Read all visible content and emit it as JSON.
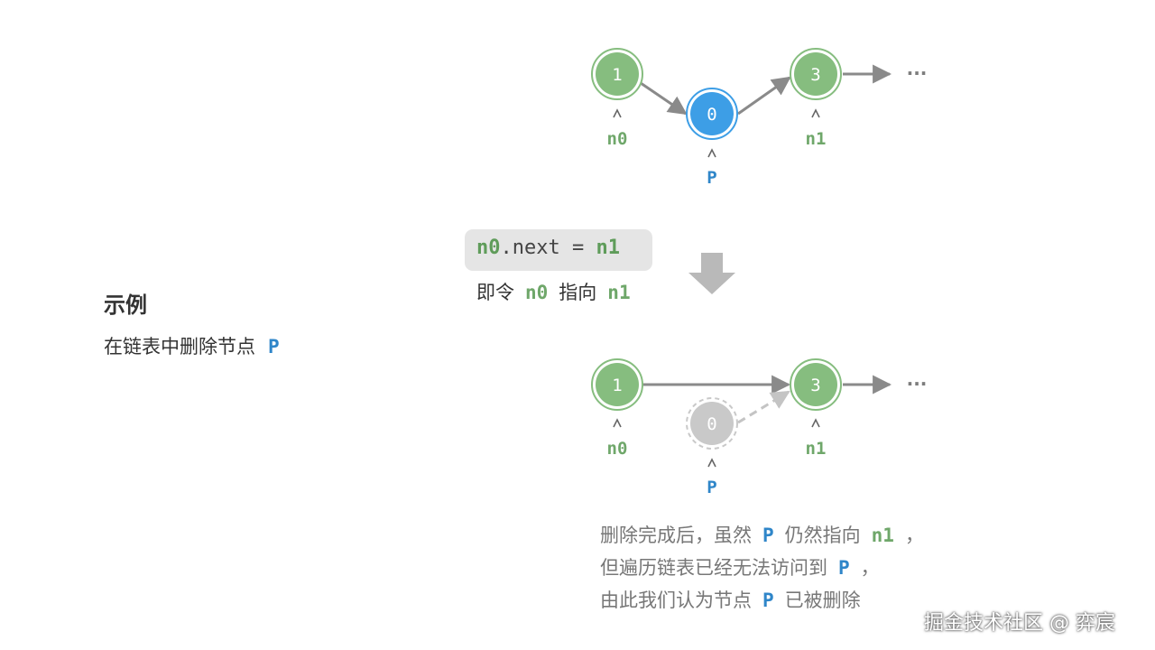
{
  "left": {
    "title": "示例",
    "subtitle": "在链表中删除节点",
    "subtitle_p": "P"
  },
  "code": {
    "n0": "n0",
    "rest": ".next = ",
    "n1": "n1"
  },
  "caption": {
    "pre": "即令",
    "n0": "n0",
    "mid": "指向",
    "n1": "n1"
  },
  "top_diagram": {
    "nodes": [
      {
        "value": "1",
        "color": "#86bd7f"
      },
      {
        "value": "0",
        "color": "#3d9ee6"
      },
      {
        "value": "3",
        "color": "#86bd7f"
      }
    ],
    "labels": {
      "n0": "n0",
      "p": "P",
      "n1": "n1"
    },
    "ellipsis": "···"
  },
  "bottom_diagram": {
    "nodes": [
      {
        "value": "1",
        "color": "#86bd7f"
      },
      {
        "value": "0",
        "color": "#c9c9c9"
      },
      {
        "value": "3",
        "color": "#86bd7f"
      }
    ],
    "labels": {
      "n0": "n0",
      "p": "P",
      "n1": "n1"
    },
    "ellipsis": "···"
  },
  "note": {
    "line1_a": "删除完成后，虽然",
    "line1_p": "P",
    "line1_b": "仍然指向",
    "line1_n1": "n1",
    "line1_c": "，",
    "line2_a": "但遍历链表已经无法访问到",
    "line2_p": "P",
    "line2_c": "，",
    "line3_a": "由此我们认为节点",
    "line3_p": "P",
    "line3_b": "已被删除"
  },
  "watermark": "掘金技术社区 @ 弈宸",
  "colors": {
    "green": "#6fa76a",
    "blue": "#2f86c9",
    "arrow": "#8a8a8a",
    "code_bg": "#e5e5e5"
  }
}
